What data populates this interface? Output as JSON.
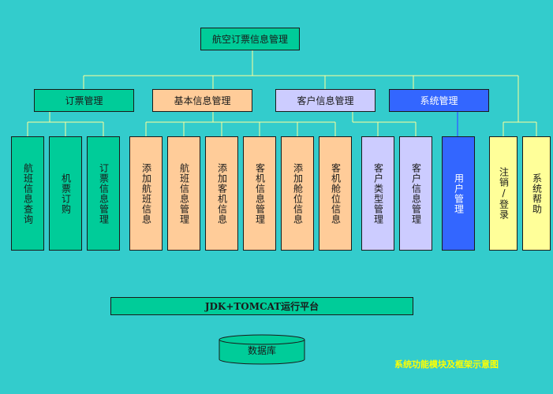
{
  "root": "航空订票信息管理",
  "categories": [
    "订票管理",
    "基本信息管理",
    "客户信息管理",
    "系统管理"
  ],
  "modules": {
    "ticket": [
      "航班信息查询",
      "机票订购",
      "订票信息管理"
    ],
    "basic": [
      "添加航班信息",
      "航班信息管理",
      "添加客机信息",
      "客机信息管理",
      "添加舱位信息",
      "客机舱位信息"
    ],
    "customer": [
      "客户类型管理",
      "客户信息管理"
    ],
    "system": [
      "用户管理"
    ],
    "extra": [
      "注销/登录",
      "系统帮助"
    ]
  },
  "platform": "JDK+TOMCAT运行平台",
  "database": "数据库",
  "caption": "系统功能模块及框架示意图",
  "colors": {
    "background": "#33cccc",
    "green": "#00cc99",
    "orange": "#ffcc99",
    "lavender": "#ccccff",
    "blue": "#3366ff",
    "yellow": "#ffff99",
    "line": "#ffff99"
  }
}
